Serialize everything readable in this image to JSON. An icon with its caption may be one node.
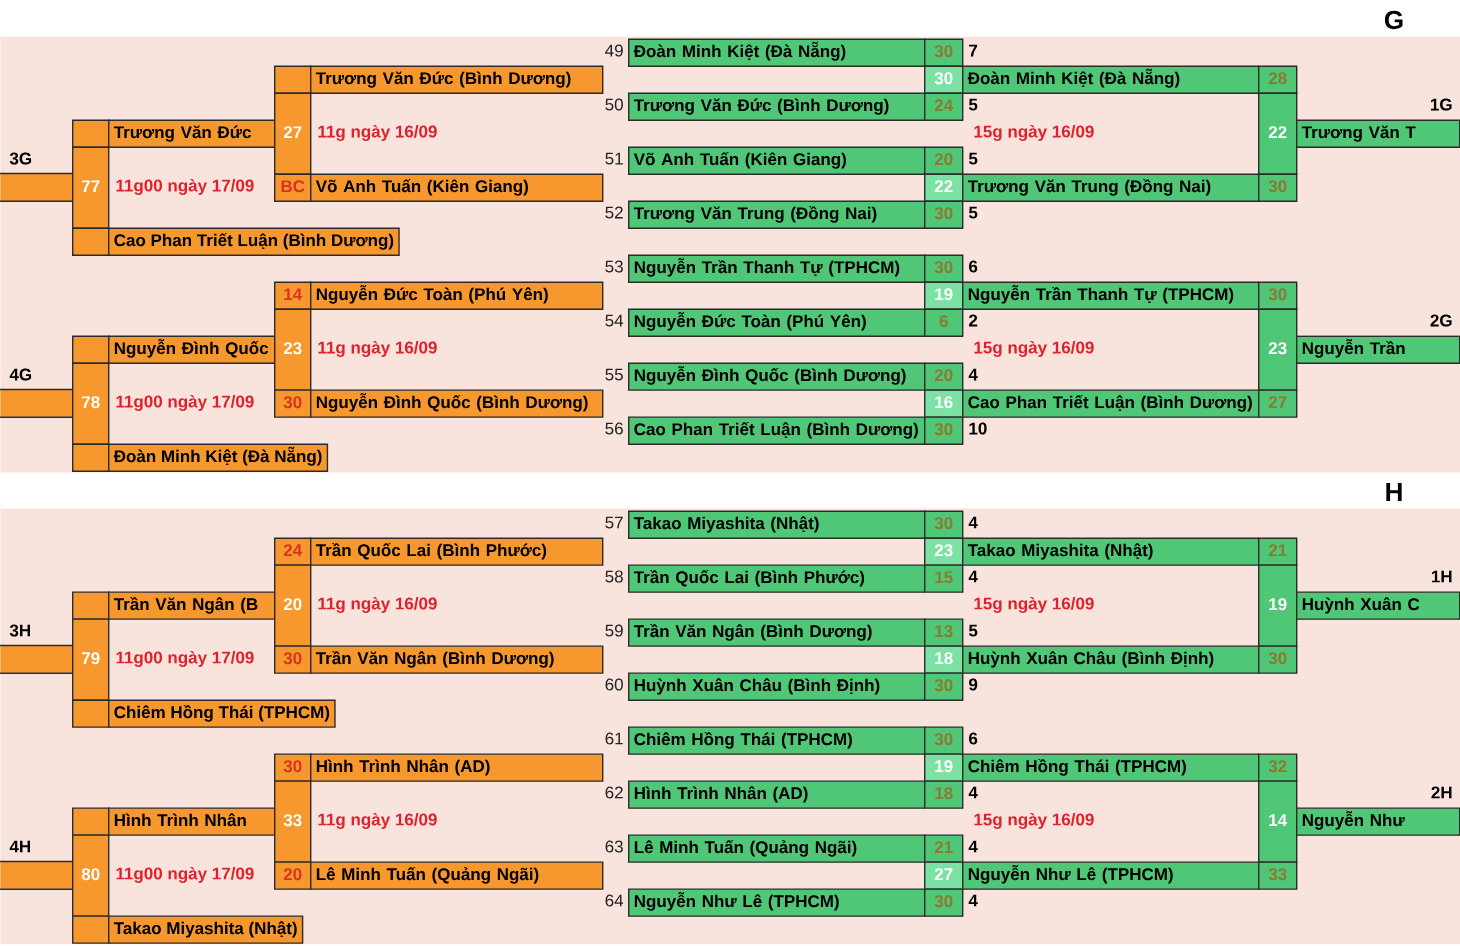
{
  "diagram": {
    "nodes": [
      {
        "text": [
          "G"
        ]
      },
      {
        "text": [],
        "shape": "bar",
        "beside": [
          "3G"
        ],
        "in": 0
      },
      {
        "text": [],
        "shape": "bar",
        "beside": [
          "4G"
        ],
        "in": 0
      },
      {
        "text": [],
        "shape": "box",
        "in": 0
      },
      {
        "text": [
          "Trương Văn Đức"
        ],
        "in": 0
      },
      {
        "text": [
          "77"
        ],
        "beside": [
          "11g00 ngày 17/09"
        ],
        "in": 0
      },
      {
        "text": [],
        "shape": "box",
        "in": 0
      },
      {
        "text": [
          "Cao Phan Triết Luận (Bình Dương)"
        ],
        "in": 0
      },
      {
        "text": [],
        "shape": "box",
        "in": 0
      },
      {
        "text": [
          "Nguyễn Đình Quốc"
        ],
        "in": 0
      },
      {
        "text": [
          "78"
        ],
        "beside": [
          "11g00 ngày 17/09"
        ],
        "in": 0
      },
      {
        "text": [],
        "shape": "box",
        "in": 0
      },
      {
        "text": [
          "Đoàn Minh Kiệt (Đà Nẵng)"
        ],
        "in": 0
      },
      {
        "text": [],
        "shape": "box",
        "in": 0
      },
      {
        "text": [
          "Trương Văn Đức (Bình Dương)"
        ],
        "in": 0
      },
      {
        "text": [
          "27"
        ],
        "beside": [
          "11g ngày 16/09"
        ],
        "in": 0
      },
      {
        "text": [
          "BC"
        ],
        "in": 0
      },
      {
        "text": [
          "Võ Anh Tuấn (Kiên Giang)"
        ],
        "in": 0
      },
      {
        "text": [
          "14"
        ],
        "in": 0
      },
      {
        "text": [
          "Nguyễn Đức Toàn (Phú Yên)"
        ],
        "in": 0
      },
      {
        "text": [
          "23"
        ],
        "beside": [
          "11g ngày 16/09"
        ],
        "in": 0
      },
      {
        "text": [
          "30"
        ],
        "in": 0
      },
      {
        "text": [
          "Nguyễn Đình Quốc (Bình Dương)"
        ],
        "in": 0
      },
      {
        "text": [
          "Đoàn Minh Kiệt (Đà Nẵng)"
        ],
        "beside": [
          "49"
        ],
        "in": 0
      },
      {
        "text": [
          "30"
        ],
        "beside": [
          "7"
        ],
        "in": 0
      },
      {
        "text": [
          "30"
        ],
        "in": 0
      },
      {
        "text": [
          "Trương Văn Đức (Bình Dương)"
        ],
        "beside": [
          "50"
        ],
        "in": 0
      },
      {
        "text": [
          "24"
        ],
        "beside": [
          "5"
        ],
        "in": 0
      },
      {
        "text": [
          "Võ Anh Tuấn (Kiên Giang)"
        ],
        "beside": [
          "51"
        ],
        "in": 0
      },
      {
        "text": [
          "20"
        ],
        "beside": [
          "5"
        ],
        "in": 0
      },
      {
        "text": [
          "22"
        ],
        "in": 0
      },
      {
        "text": [
          "Trương Văn Trung (Đồng Nai)"
        ],
        "beside": [
          "52"
        ],
        "in": 0
      },
      {
        "text": [
          "30"
        ],
        "beside": [
          "5"
        ],
        "in": 0
      },
      {
        "text": [
          "Nguyễn Trần Thanh Tự (TPHCM)"
        ],
        "beside": [
          "53"
        ],
        "in": 0
      },
      {
        "text": [
          "30"
        ],
        "beside": [
          "6"
        ],
        "in": 0
      },
      {
        "text": [
          "19"
        ],
        "in": 0
      },
      {
        "text": [
          "Nguyễn Đức Toàn (Phú Yên)"
        ],
        "beside": [
          "54"
        ],
        "in": 0
      },
      {
        "text": [
          "6"
        ],
        "beside": [
          "2"
        ],
        "in": 0
      },
      {
        "text": [
          "Nguyễn Đình Quốc (Bình Dương)"
        ],
        "beside": [
          "55"
        ],
        "in": 0
      },
      {
        "text": [
          "20"
        ],
        "beside": [
          "4"
        ],
        "in": 0
      },
      {
        "text": [
          "16"
        ],
        "in": 0
      },
      {
        "text": [
          "Cao Phan Triết Luận (Bình Dương)"
        ],
        "beside": [
          "56"
        ],
        "in": 0
      },
      {
        "text": [
          "30"
        ],
        "beside": [
          "10"
        ],
        "in": 0
      },
      {
        "text": [
          "Đoàn Minh Kiệt (Đà Nẵng)"
        ],
        "in": 0
      },
      {
        "text": [
          "28"
        ],
        "in": 0
      },
      {
        "text": [
          "22"
        ],
        "in": 0
      },
      {
        "text": [
          "Trương Văn Trung (Đồng Nai)"
        ],
        "in": 0
      },
      {
        "text": [
          "30"
        ],
        "in": 0
      },
      {
        "text": [
          "Trương Văn T"
        ],
        "beside": [
          "1G"
        ],
        "in": 0
      },
      {
        "text": [
          "Nguyễn Trần Thanh Tự (TPHCM)"
        ],
        "in": 0
      },
      {
        "text": [
          "30"
        ],
        "in": 0
      },
      {
        "text": [
          "23"
        ],
        "in": 0
      },
      {
        "text": [
          "Cao Phan Triết Luận (Bình Dương)"
        ],
        "in": 0
      },
      {
        "text": [
          "27"
        ],
        "in": 0
      },
      {
        "text": [
          "Nguyễn Trần"
        ],
        "beside": [
          "2G"
        ],
        "in": 0
      },
      {
        "text": [
          "H"
        ]
      },
      {
        "text": [],
        "shape": "bar",
        "beside": [
          "3H"
        ],
        "in": 55
      },
      {
        "text": [],
        "shape": "bar",
        "beside": [
          "4H"
        ],
        "in": 55
      },
      {
        "text": [],
        "shape": "box",
        "in": 55
      },
      {
        "text": [
          "Trần Văn Ngân (B"
        ],
        "in": 55
      },
      {
        "text": [
          "79"
        ],
        "beside": [
          "11g00 ngày 17/09"
        ],
        "in": 55
      },
      {
        "text": [],
        "shape": "box",
        "in": 55
      },
      {
        "text": [
          "Chiêm Hồng Thái (TPHCM)"
        ],
        "in": 55
      },
      {
        "text": [],
        "shape": "box",
        "in": 55
      },
      {
        "text": [
          "Hình Trình Nhân"
        ],
        "in": 55
      },
      {
        "text": [
          "80"
        ],
        "beside": [
          "11g00 ngày 17/09"
        ],
        "in": 55
      },
      {
        "text": [],
        "shape": "box",
        "in": 55
      },
      {
        "text": [
          "Takao Miyashita (Nhật)"
        ],
        "in": 55
      },
      {
        "text": [
          "24"
        ],
        "in": 55
      },
      {
        "text": [
          "Trần Quốc Lai (Bình Phước)"
        ],
        "in": 55
      },
      {
        "text": [
          "20"
        ],
        "beside": [
          "11g ngày 16/09"
        ],
        "in": 55
      },
      {
        "text": [
          "30"
        ],
        "in": 55
      },
      {
        "text": [
          "Trần Văn Ngân (Bình Dương)"
        ],
        "in": 55
      },
      {
        "text": [
          "30"
        ],
        "in": 55
      },
      {
        "text": [
          "Hình Trình Nhân (AD)"
        ],
        "in": 55
      },
      {
        "text": [
          "33"
        ],
        "beside": [
          "11g ngày 16/09"
        ],
        "in": 55
      },
      {
        "text": [
          "20"
        ],
        "in": 55
      },
      {
        "text": [
          "Lê Minh Tuấn (Quảng Ngãi)"
        ],
        "in": 55
      },
      {
        "text": [
          "Takao Miyashita (Nhật)"
        ],
        "beside": [
          "57"
        ],
        "in": 55
      },
      {
        "text": [
          "30"
        ],
        "beside": [
          "4"
        ],
        "in": 55
      },
      {
        "text": [
          "23"
        ],
        "in": 55
      },
      {
        "text": [
          "Trần Quốc Lai (Bình Phước)"
        ],
        "beside": [
          "58"
        ],
        "in": 55
      },
      {
        "text": [
          "15"
        ],
        "beside": [
          "4"
        ],
        "in": 55
      },
      {
        "text": [
          "Trần Văn Ngân (Bình Dương)"
        ],
        "beside": [
          "59"
        ],
        "in": 55
      },
      {
        "text": [
          "13"
        ],
        "beside": [
          "5"
        ],
        "in": 55
      },
      {
        "text": [
          "18"
        ],
        "in": 55
      },
      {
        "text": [
          "Huỳnh Xuân Châu (Bình Định)"
        ],
        "beside": [
          "60"
        ],
        "in": 55
      },
      {
        "text": [
          "30"
        ],
        "beside": [
          "9"
        ],
        "in": 55
      },
      {
        "text": [
          "Chiêm Hồng Thái (TPHCM)"
        ],
        "beside": [
          "61"
        ],
        "in": 55
      },
      {
        "text": [
          "30"
        ],
        "beside": [
          "6"
        ],
        "in": 55
      },
      {
        "text": [
          "19"
        ],
        "in": 55
      },
      {
        "text": [
          "Hình Trình Nhân (AD)"
        ],
        "beside": [
          "62"
        ],
        "in": 55
      },
      {
        "text": [
          "18"
        ],
        "beside": [
          "4"
        ],
        "in": 55
      },
      {
        "text": [
          "Lê Minh Tuấn (Quảng Ngãi)"
        ],
        "beside": [
          "63"
        ],
        "in": 55
      },
      {
        "text": [
          "21"
        ],
        "beside": [
          "4"
        ],
        "in": 55
      },
      {
        "text": [
          "27"
        ],
        "in": 55
      },
      {
        "text": [
          "Nguyễn Như Lê (TPHCM)"
        ],
        "beside": [
          "64"
        ],
        "in": 55
      },
      {
        "text": [
          "30"
        ],
        "beside": [
          "4"
        ],
        "in": 55
      },
      {
        "text": [
          "Takao Miyashita (Nhật)"
        ],
        "in": 55
      },
      {
        "text": [
          "21"
        ],
        "in": 55
      },
      {
        "text": [
          "19"
        ],
        "in": 55
      },
      {
        "text": [
          "Huỳnh Xuân Châu (Bình Định)"
        ],
        "in": 55
      },
      {
        "text": [
          "30"
        ],
        "in": 55
      },
      {
        "text": [
          "Huỳnh Xuân C"
        ],
        "beside": [
          "1H"
        ],
        "in": 55
      },
      {
        "text": [
          "Chiêm Hồng Thái (TPHCM)"
        ],
        "in": 55
      },
      {
        "text": [
          "32"
        ],
        "in": 55
      },
      {
        "text": [
          "14"
        ],
        "in": 55
      },
      {
        "text": [
          "Nguyễn Như Lê (TPHCM)"
        ],
        "in": 55
      },
      {
        "text": [
          "33"
        ],
        "in": 55
      },
      {
        "text": [
          "Nguyễn Như"
        ],
        "beside": [
          "2H"
        ],
        "in": 55
      }
    ],
    "labels": [
      "15g ngày 16/09",
      "15g ngày 16/09",
      "15g ngày 16/09",
      "15g ngày 16/09"
    ]
  }
}
